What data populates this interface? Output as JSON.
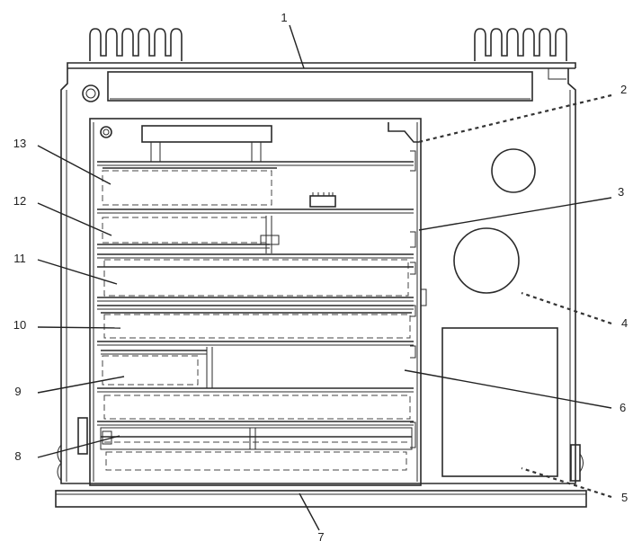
{
  "colors": {
    "ink": "#2a2a2a",
    "paper": "#ffffff"
  },
  "callouts": [
    {
      "id": "1",
      "label": "1"
    },
    {
      "id": "2",
      "label": "2"
    },
    {
      "id": "3",
      "label": "3"
    },
    {
      "id": "4",
      "label": "4"
    },
    {
      "id": "5",
      "label": "5"
    },
    {
      "id": "6",
      "label": "6"
    },
    {
      "id": "7",
      "label": "7"
    },
    {
      "id": "8",
      "label": "8"
    },
    {
      "id": "9",
      "label": "9"
    },
    {
      "id": "10",
      "label": "10"
    },
    {
      "id": "11",
      "label": "11"
    },
    {
      "id": "12",
      "label": "12"
    },
    {
      "id": "13",
      "label": "13"
    }
  ]
}
